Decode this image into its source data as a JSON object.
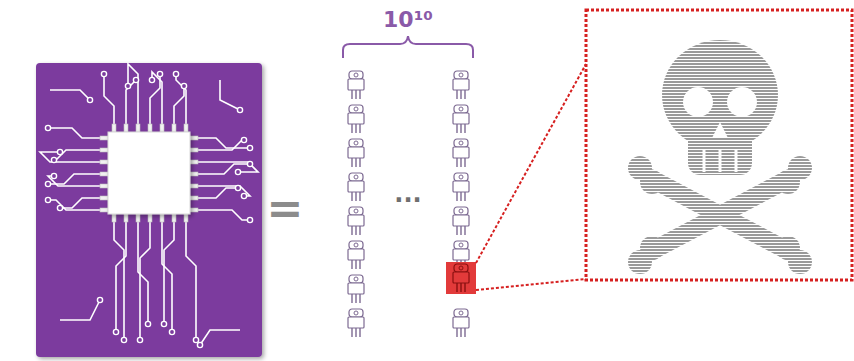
{
  "diagram": {
    "labels": [
      "10¹⁰",
      "=",
      "···"
    ]
  }
}
